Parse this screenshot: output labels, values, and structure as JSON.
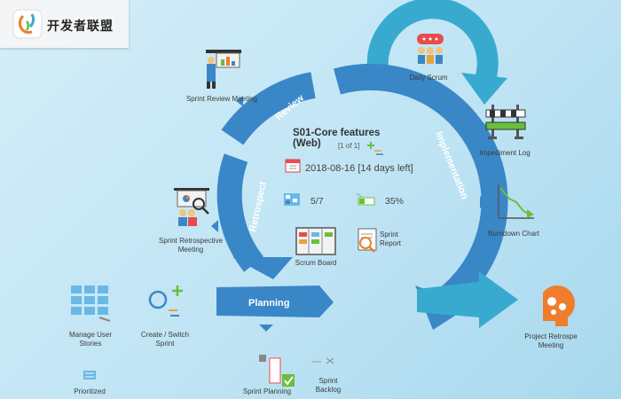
{
  "brand": {
    "name": "开发者联盟"
  },
  "cycle": {
    "review_label": "Review",
    "implementation_label": "Implementation",
    "retrospect_label": "Retrospect",
    "planning_label": "Planning"
  },
  "sprint": {
    "title": "S01-Core features (Web)",
    "page_count": "[1 of 1]",
    "date": "2018-08-16 [14 days left]",
    "tasks": "5/7",
    "progress": "35%"
  },
  "nodes": {
    "sprint_review_meeting": "Sprint Review Meeting",
    "daily_scrum": "Daily Scrum",
    "impediment_log": "Impediment Log",
    "burndown_chart": "Burndown Chart",
    "sprint_retrospective_meeting": "Sprint Retrospective Meeting",
    "scrum_board": "Scrum Board",
    "sprint_report": "Sprint Report",
    "manage_user_stories": "Manage User Stories",
    "create_switch_sprint": "Create / Switch Sprint",
    "project_retrospective_meeting": "Project Retrospe Meeting",
    "sprint_planning": "Sprint Planning",
    "sprint_backlog": "Sprint Backlog",
    "prioritized": "Prioritized"
  },
  "colors": {
    "cycle_blue": "#3a87c8",
    "cyan_loop": "#38aad0",
    "accent_green": "#6abf3a",
    "accent_orange": "#ef7d2c"
  }
}
